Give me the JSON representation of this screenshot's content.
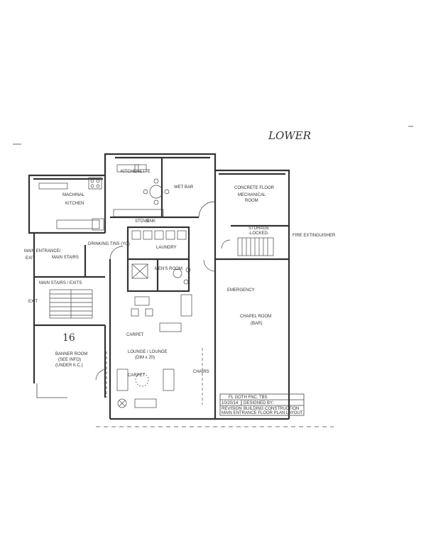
{
  "page_title": "LOWER",
  "rooms": {
    "kitchenette": "KITCHENETTE",
    "kitchenette_sub": "WET BAR",
    "main_kitchen": "MACHINAL",
    "main_kitchen_sub": "KITCHEN",
    "mechanical": "MECHANICAL",
    "mechanical_sub": "ROOM",
    "mechanical_note": "CONCRETE FLOOR",
    "storage": "STORAGE",
    "storage_sub": "-LOCKED-",
    "laundry": "LAUNDRY",
    "mens_room": "MEN'S ROOM",
    "chapel_room": "CHAPEL ROOM",
    "chapel_sub": "(BAR)",
    "lounge": "LOUNGE / LOUNGE",
    "lounge_sub": "(DIM x 20)",
    "main_entrance": "MAIN ENTRANCE/",
    "main_entrance_sub": "EXIT",
    "main_stairs": "MAIN STAIRS",
    "main_stairs_sub": "MAIN STAIRS / EXITS",
    "banner_room": "BANNER ROOM",
    "banner_sub": "(SEE INFO)",
    "banner_sub2": "(UNDER K.C.)",
    "room_number": "16",
    "exit": "EXIT",
    "fire_extinguisher": "FIRE EXTINGUISHER",
    "emergency_exit": "EMERGENCY",
    "drinking_tins": "DRINKING TINS (YO)",
    "carpet_1": "CARPET",
    "carpet_2": "CARPET",
    "chairs": "CHAIRS",
    "cabinet_label": "STOVE",
    "sink_label": "SINK"
  },
  "title_block": {
    "line1": "FL GOTH FNC. TBS",
    "line2": "DESIGNED BY:",
    "line3": "BUILDING CONSTRUCTION",
    "line4": "MAIN ENTRANCE FLOOR PLAN LAYOUT",
    "date": "10/20/14",
    "scale": "REVISION"
  }
}
